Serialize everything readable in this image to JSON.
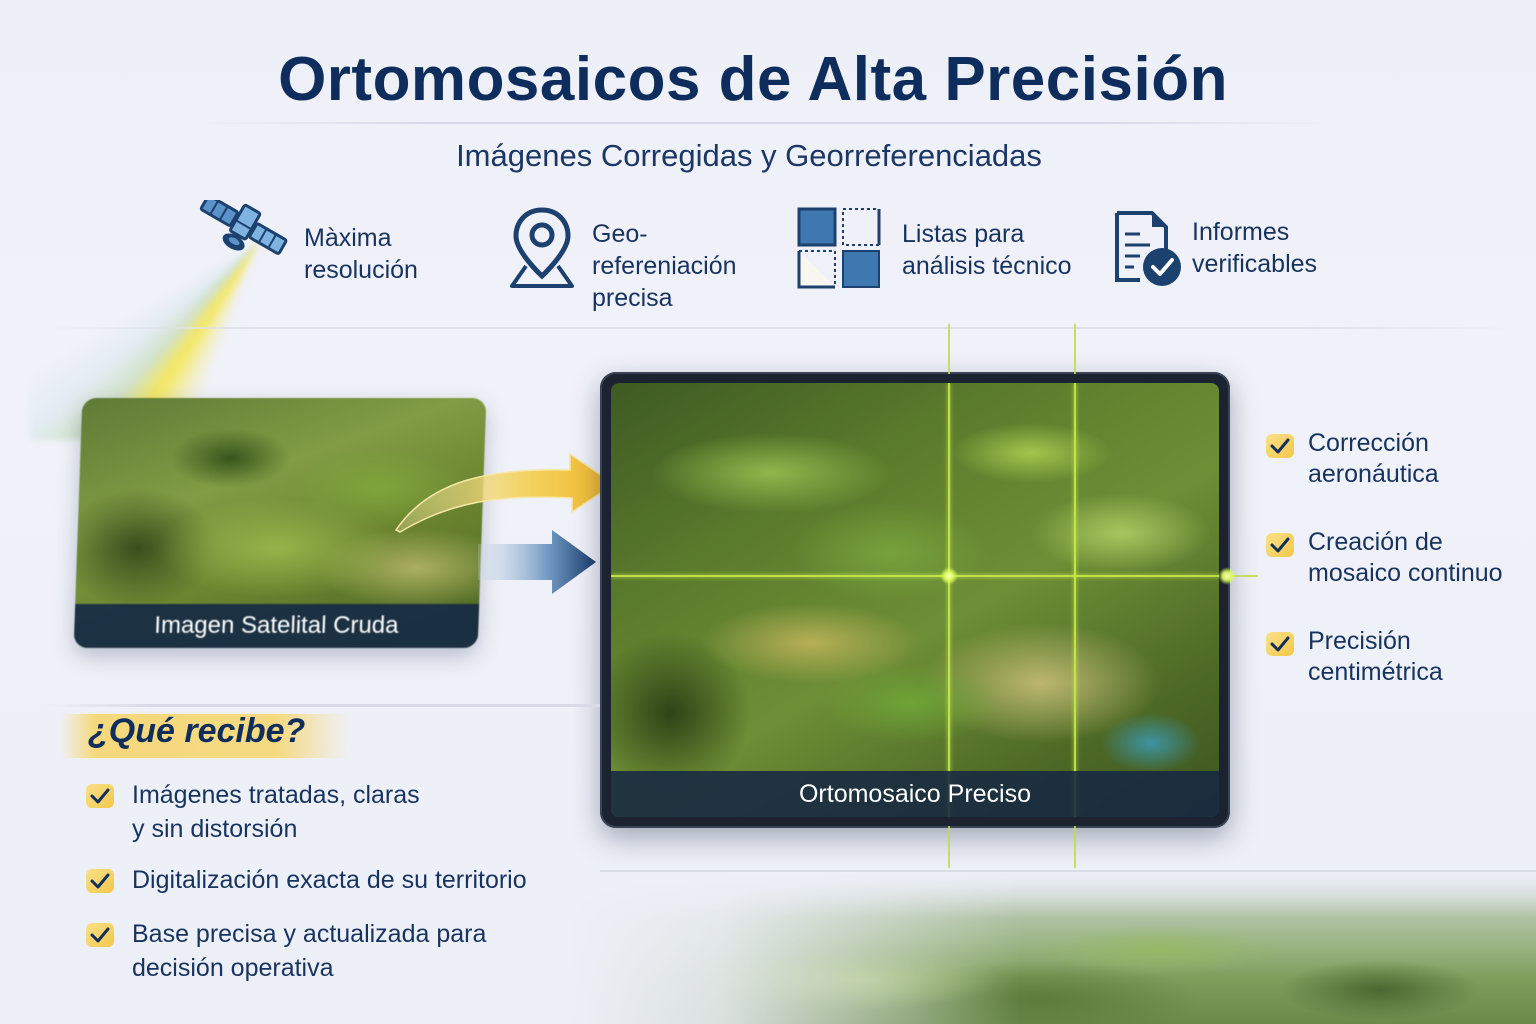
{
  "header": {
    "title": "Ortomosaicos de Alta Precisión",
    "subtitle": "Imágenes Corregidas y Georreferenciadas"
  },
  "features": [
    {
      "icon": "satellite-icon",
      "line1": "Màxima",
      "line2": "resolución"
    },
    {
      "icon": "map-pin-icon",
      "line1": "Geo-",
      "line2": "refereniación",
      "line3": "precisa"
    },
    {
      "icon": "grid-tiles-icon",
      "line1": "Listas para",
      "line2": "análisis técnico"
    },
    {
      "icon": "document-check-icon",
      "line1": "Informes",
      "line2": "verificables"
    }
  ],
  "raw_image": {
    "caption": "Imagen Satelital Cruda"
  },
  "ortho_image": {
    "caption": "Ortomosaico Preciso"
  },
  "benefits": [
    {
      "line1": "Corrección",
      "line2": "aeronáutica"
    },
    {
      "line1": "Creación de",
      "line2": "mosaico continuo"
    },
    {
      "line1": "Precisión",
      "line2": "centimétrica"
    }
  ],
  "deliverables": {
    "title": "¿Qué recibe?",
    "items": [
      {
        "line1": "Imágenes tratadas, claras",
        "line2": "y sin distorsión"
      },
      {
        "line1": "Digitalización exacta de su territorio"
      },
      {
        "line1": "Base precisa y actualizada para",
        "line2": "decisión operativa"
      }
    ]
  },
  "colors": {
    "navy": "#0f2d5c",
    "accent_blue": "#3f78b0",
    "check_yellow": "#f3c84a",
    "grid_green": "#c8eb46",
    "caption_bg": "#162a44"
  }
}
